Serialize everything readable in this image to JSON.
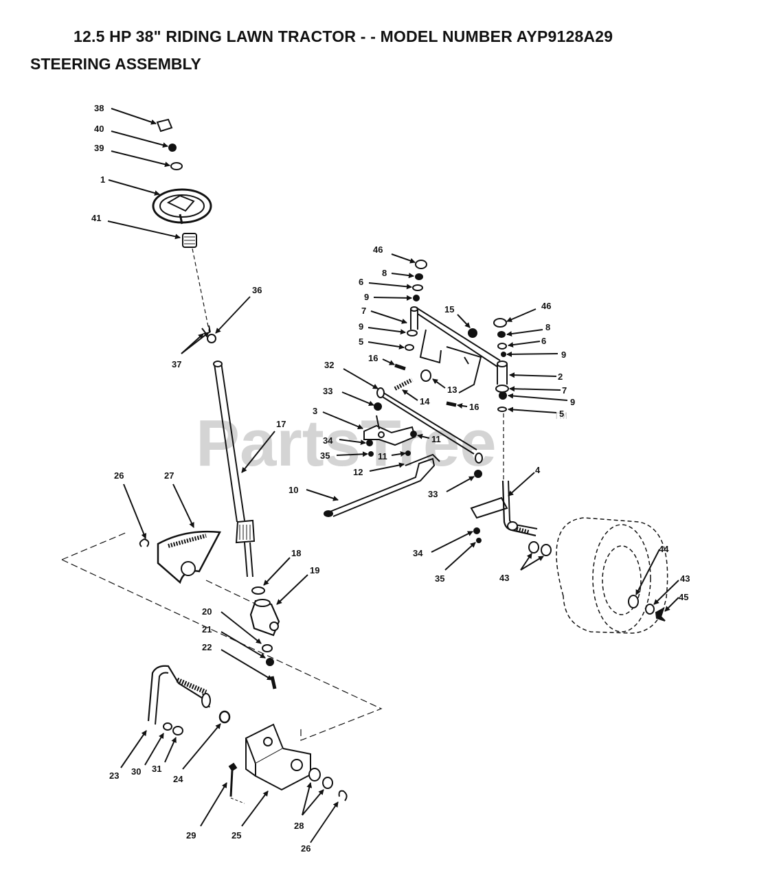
{
  "header": {
    "title": "12.5 HP 38\" RIDING LAWN TRACTOR - - MODEL NUMBER AYP9128A29",
    "subtitle": "STEERING ASSEMBLY"
  },
  "watermark": {
    "text": "PartsTree",
    "tm": "TM"
  },
  "callouts": [
    {
      "id": "c38",
      "label": "38"
    },
    {
      "id": "c40",
      "label": "40"
    },
    {
      "id": "c39",
      "label": "39"
    },
    {
      "id": "c1",
      "label": "1"
    },
    {
      "id": "c41",
      "label": "41"
    },
    {
      "id": "c36",
      "label": "36"
    },
    {
      "id": "c37",
      "label": "37"
    },
    {
      "id": "c17",
      "label": "17"
    },
    {
      "id": "c26a",
      "label": "26"
    },
    {
      "id": "c27",
      "label": "27"
    },
    {
      "id": "c18",
      "label": "18"
    },
    {
      "id": "c19",
      "label": "19"
    },
    {
      "id": "c20",
      "label": "20"
    },
    {
      "id": "c21",
      "label": "21"
    },
    {
      "id": "c22",
      "label": "22"
    },
    {
      "id": "c23",
      "label": "23"
    },
    {
      "id": "c30",
      "label": "30"
    },
    {
      "id": "c31",
      "label": "31"
    },
    {
      "id": "c24",
      "label": "24"
    },
    {
      "id": "c29",
      "label": "29"
    },
    {
      "id": "c25",
      "label": "25"
    },
    {
      "id": "c28",
      "label": "28"
    },
    {
      "id": "c26b",
      "label": "26"
    },
    {
      "id": "c46a",
      "label": "46"
    },
    {
      "id": "c8a",
      "label": "8"
    },
    {
      "id": "c6a",
      "label": "6"
    },
    {
      "id": "c9a",
      "label": "9"
    },
    {
      "id": "c7a",
      "label": "7"
    },
    {
      "id": "c9b",
      "label": "9"
    },
    {
      "id": "c5a",
      "label": "5"
    },
    {
      "id": "c16a",
      "label": "16"
    },
    {
      "id": "c15",
      "label": "15"
    },
    {
      "id": "c46b",
      "label": "46"
    },
    {
      "id": "c8b",
      "label": "8"
    },
    {
      "id": "c6b",
      "label": "6"
    },
    {
      "id": "c9c",
      "label": "9"
    },
    {
      "id": "c2",
      "label": "2"
    },
    {
      "id": "c7b",
      "label": "7"
    },
    {
      "id": "c9d",
      "label": "9"
    },
    {
      "id": "c5b",
      "label": "5"
    },
    {
      "id": "c16b",
      "label": "16"
    },
    {
      "id": "c13",
      "label": "13"
    },
    {
      "id": "c14",
      "label": "14"
    },
    {
      "id": "c32",
      "label": "32"
    },
    {
      "id": "c33a",
      "label": "33"
    },
    {
      "id": "c3",
      "label": "3"
    },
    {
      "id": "c11a",
      "label": "11"
    },
    {
      "id": "c34a",
      "label": "34"
    },
    {
      "id": "c11b",
      "label": "11"
    },
    {
      "id": "c35a",
      "label": "35"
    },
    {
      "id": "c12",
      "label": "12"
    },
    {
      "id": "c10",
      "label": "10"
    },
    {
      "id": "c33b",
      "label": "33"
    },
    {
      "id": "c4",
      "label": "4"
    },
    {
      "id": "c34b",
      "label": "34"
    },
    {
      "id": "c35b",
      "label": "35"
    },
    {
      "id": "c43a",
      "label": "43"
    },
    {
      "id": "c44",
      "label": "44"
    },
    {
      "id": "c43b",
      "label": "43"
    },
    {
      "id": "c45",
      "label": "45"
    }
  ]
}
